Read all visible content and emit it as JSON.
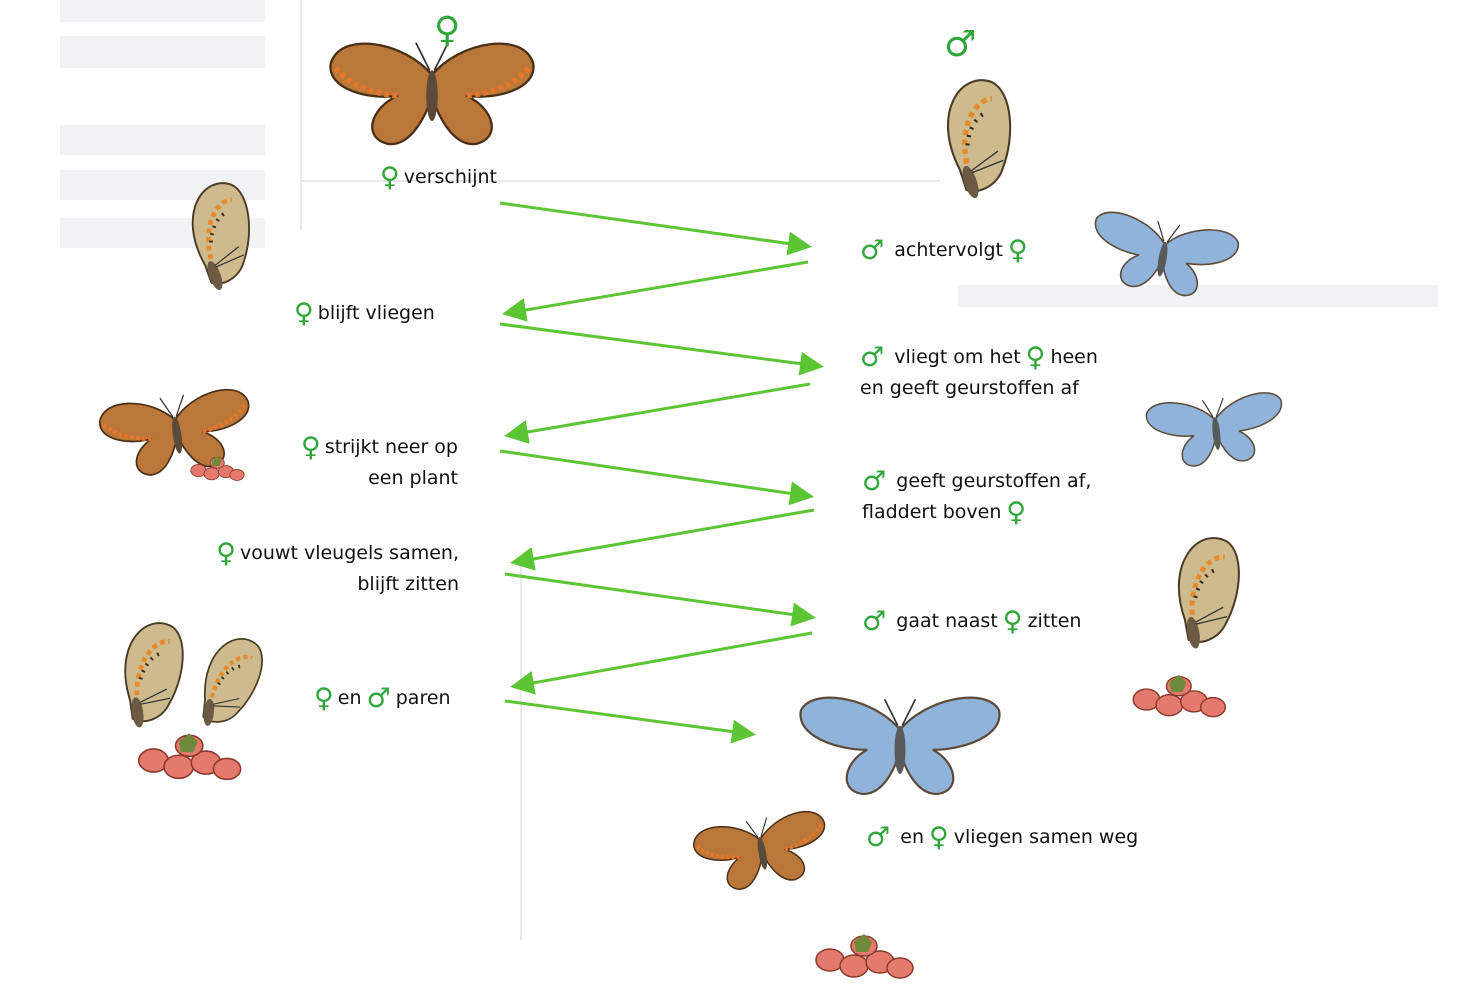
{
  "symbols": {
    "female": "♀",
    "male": "♂"
  },
  "colors": {
    "arrow": "#5cc533",
    "symbol": "#2fa53a",
    "text": "#111111"
  },
  "female_steps": [
    {
      "id": "f1",
      "parts": [
        "verschijnt"
      ]
    },
    {
      "id": "f2",
      "parts": [
        "blijft vliegen"
      ]
    },
    {
      "id": "f3",
      "line1": "strijkt neer op",
      "line2": "een plant"
    },
    {
      "id": "f4",
      "line1": "vouwt vleugels samen,",
      "line2": "blijft zitten"
    },
    {
      "id": "f5",
      "word_en": "en",
      "word_end": "paren"
    }
  ],
  "male_steps": [
    {
      "id": "m1",
      "text": "achtervolgt"
    },
    {
      "id": "m2",
      "text_a": "vliegt om het",
      "text_b": "heen",
      "line2": "en geeft geurstoffen af"
    },
    {
      "id": "m3",
      "line1": "geeft geurstoffen af,",
      "line2": "fladdert boven"
    },
    {
      "id": "m4",
      "text_a": "gaat naast",
      "text_b": "zitten"
    },
    {
      "id": "m5",
      "text_a": "en",
      "text_b": "vliegen samen weg"
    }
  ]
}
